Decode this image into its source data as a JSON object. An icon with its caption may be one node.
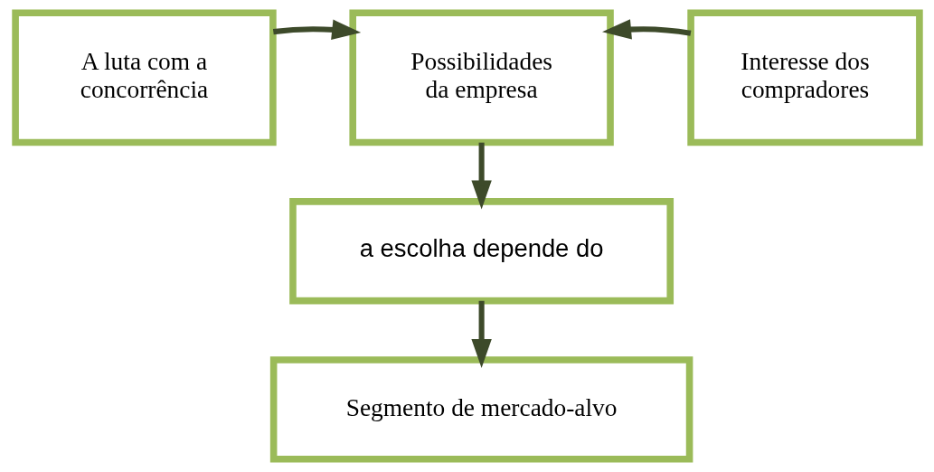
{
  "diagram": {
    "nodes": [
      {
        "text": [
          "A luta com a concorrência"
        ]
      },
      {
        "text": [
          "Possibilidades da empresa"
        ]
      },
      {
        "text": [
          "Interesse dos compradores"
        ]
      },
      {
        "text": [
          "a escolha depende do"
        ]
      },
      {
        "text": [
          "Segmento de mercado-alvo"
        ]
      }
    ],
    "edges": [
      {
        "from": 0,
        "to": 1,
        "arrow": "to"
      },
      {
        "from": 2,
        "to": 1,
        "arrow": "to"
      },
      {
        "from": 1,
        "to": 3,
        "arrow": "to"
      },
      {
        "from": 3,
        "to": 4,
        "arrow": "to"
      }
    ]
  }
}
